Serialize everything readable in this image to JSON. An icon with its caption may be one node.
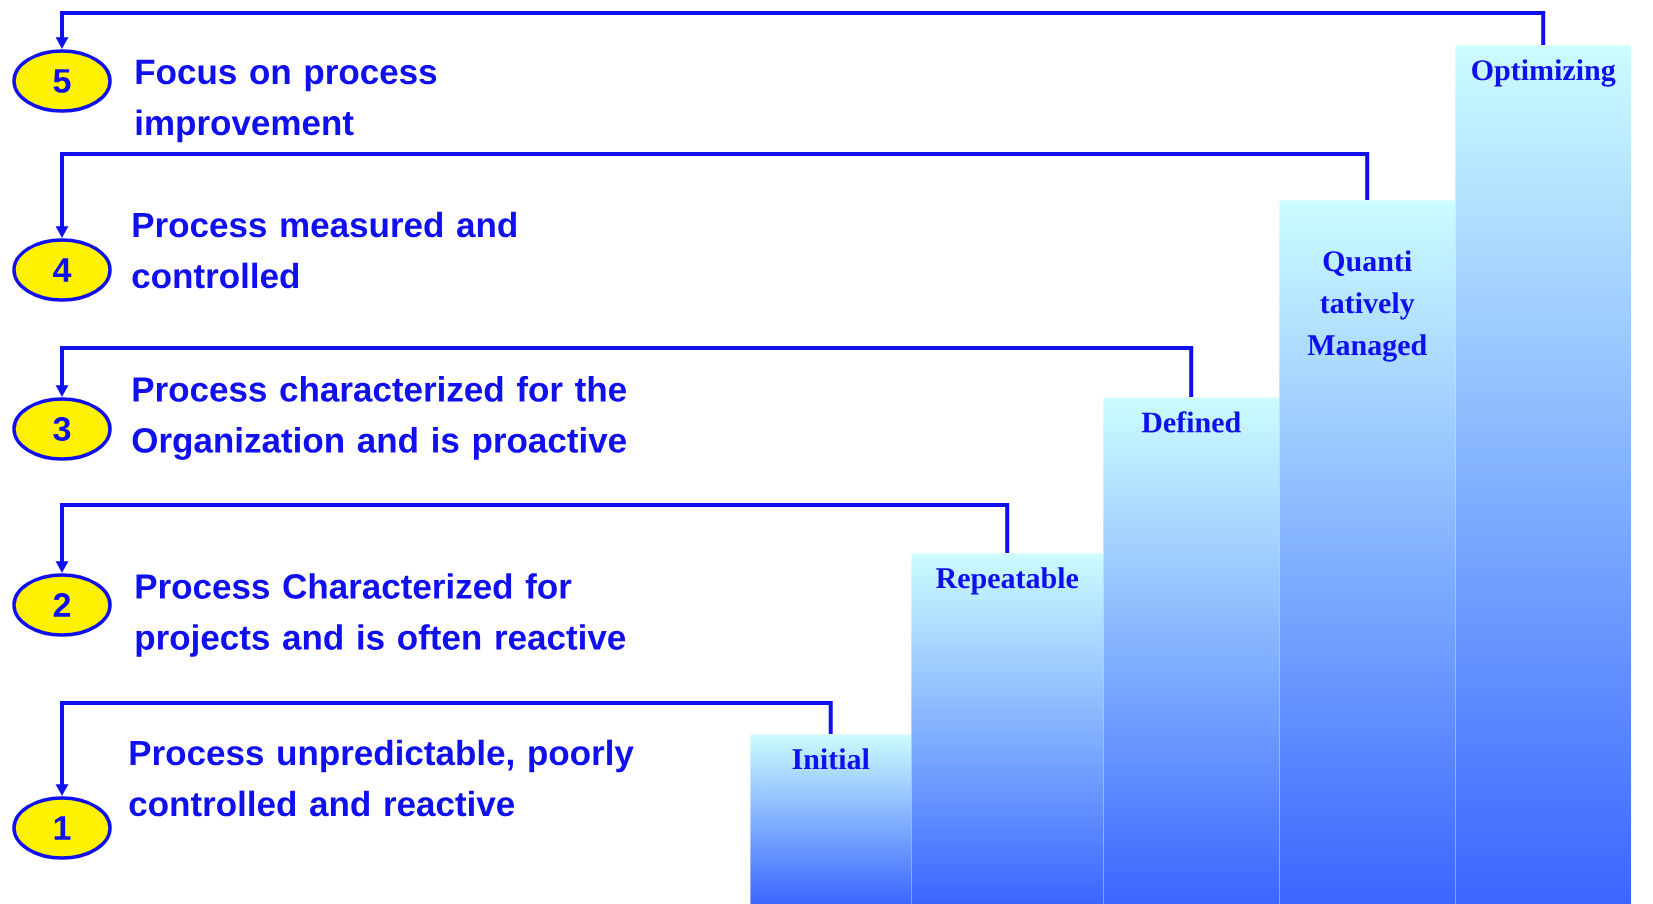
{
  "diagram": {
    "nodes": [
      {
        "text": [
          "5"
        ],
        "beside": [
          "Focus on process improvement"
        ]
      },
      {
        "text": [
          "4"
        ],
        "beside": [
          "Process measured and controlled"
        ]
      },
      {
        "text": [
          "3"
        ],
        "beside": [
          "Process characterized for the Organization and is proactive"
        ]
      },
      {
        "text": [
          "2"
        ],
        "beside": [
          "Process Characterized for projects and is often reactive"
        ]
      },
      {
        "text": [
          "1"
        ],
        "beside": [
          "Process unpredictable, poorly controlled and reactive"
        ]
      },
      {
        "text": [
          "Initial"
        ]
      },
      {
        "text": [
          "Repeatable"
        ]
      },
      {
        "text": [
          "Defined"
        ]
      },
      {
        "text": [
          "Quanti tatively Managed"
        ]
      },
      {
        "text": [
          "Optimizing"
        ]
      }
    ],
    "edges": [
      {
        "from": 5,
        "to": 4,
        "arrow": "to"
      },
      {
        "from": 6,
        "to": 3,
        "arrow": "to"
      },
      {
        "from": 7,
        "to": 2,
        "arrow": "to"
      },
      {
        "from": 8,
        "to": 1,
        "arrow": "to"
      },
      {
        "from": 9,
        "to": 0,
        "arrow": "to"
      }
    ]
  }
}
